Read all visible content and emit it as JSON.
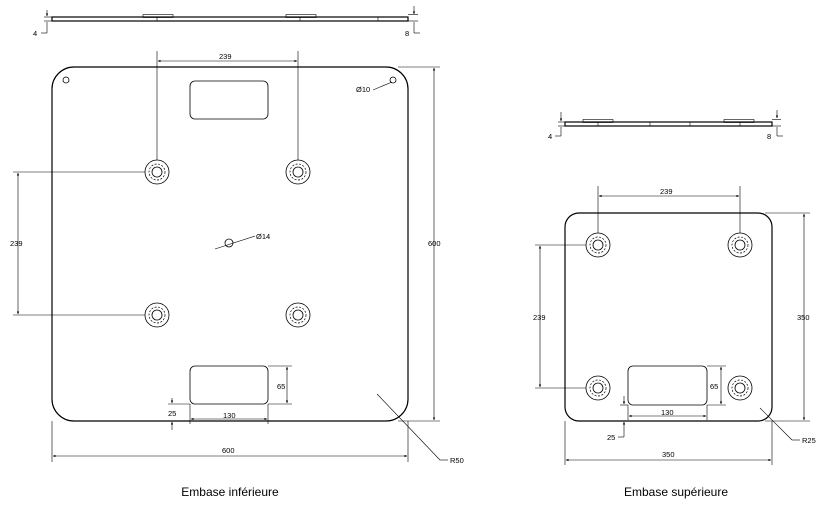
{
  "views": {
    "lower": {
      "caption": "Embase inférieure",
      "dims": {
        "thickness_left": "4",
        "thickness_right": "8",
        "spacing_top": "239",
        "spacing_left": "239",
        "corner_hole": "Ø10",
        "center_hole": "Ø14",
        "height": "600",
        "width": "600",
        "slot_width": "130",
        "slot_height": "65",
        "slot_offset": "25",
        "radius": "R50"
      }
    },
    "upper": {
      "caption": "Embase supérieure",
      "dims": {
        "thickness_left": "4",
        "thickness_right": "8",
        "spacing_top": "239",
        "spacing_left": "239",
        "height": "350",
        "width": "350",
        "slot_width": "130",
        "slot_height": "65",
        "slot_offset": "25",
        "radius": "R25"
      }
    }
  }
}
